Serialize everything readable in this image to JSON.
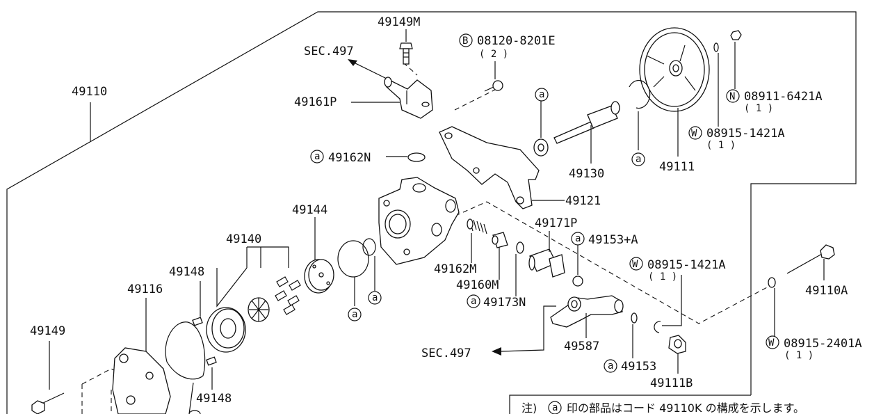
{
  "parts": {
    "p49110": "49110",
    "p49149M": "49149M",
    "sec497_top": "SEC.497",
    "p49161P": "49161P",
    "bolt_code": "08120-8201E",
    "bolt_qty": "( 2 )",
    "bolt_letter": "B",
    "nut_code": "08911-6421A",
    "nut_qty": "( 1 )",
    "nut_letter": "N",
    "washer1_code": "08915-1421A",
    "washer1_qty": "( 1 )",
    "washer_letter": "W",
    "p49162N": "49162N",
    "p49130": "49130",
    "p49111": "49111",
    "p49121": "49121",
    "p49144": "49144",
    "p49140": "49140",
    "p49171P": "49171P",
    "p49153A": "49153+A",
    "p49148_top": "49148",
    "p49116": "49116",
    "p49162M": "49162M",
    "p49160M": "49160M",
    "p49173N": "49173N",
    "washer2_code": "08915-1421A",
    "washer2_qty": "( 1 )",
    "p49110A": "49110A",
    "p49149": "49149",
    "sec497_bottom": "SEC.497",
    "p49587": "49587",
    "p49153": "49153",
    "washer3_code": "08915-2401A",
    "washer3_qty": "( 1 )",
    "p49111B": "49111B",
    "p49148_bottom": "49148",
    "marker_a": "a"
  },
  "footnote": {
    "prefix": "注)",
    "marker": "a",
    "text": "印の部品はコード 49110K の構成を示します。"
  }
}
